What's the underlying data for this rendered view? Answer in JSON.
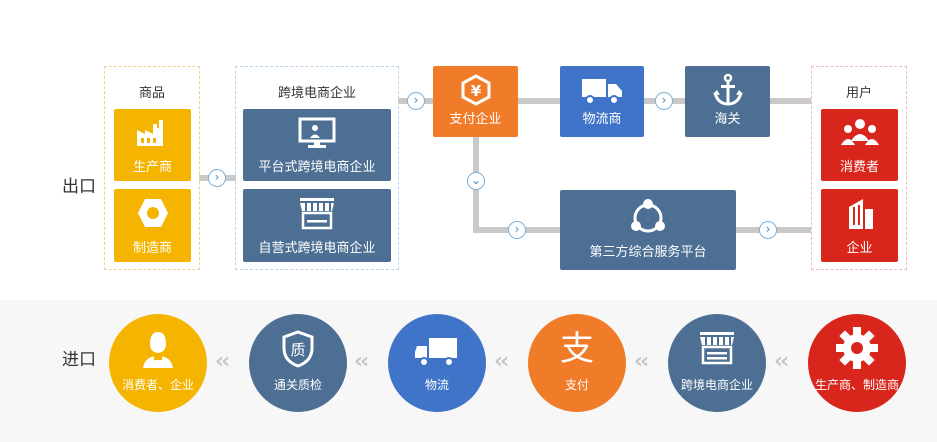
{
  "export": {
    "row_label": "出口",
    "groups": {
      "goods": {
        "title": "商品",
        "items": [
          "生产商",
          "制造商"
        ]
      },
      "crossborder": {
        "title": "跨境电商企业",
        "items": [
          "平台式跨境电商企业",
          "自营式跨境电商企业"
        ]
      },
      "users": {
        "title": "用户",
        "items": [
          "消费者",
          "企业"
        ]
      }
    },
    "payment": "支付企业",
    "logistics": "物流商",
    "customs": "海关",
    "third_party": "第三方综合服务平台"
  },
  "import": {
    "row_label": "进口",
    "steps": [
      {
        "label": "消费者、企业",
        "color": "#f5b400",
        "icon": "user-icon"
      },
      {
        "label": "通关质检",
        "color": "#4d6f93",
        "icon": "shield-icon",
        "glyph": "质"
      },
      {
        "label": "物流",
        "color": "#3f74c8",
        "icon": "truck-icon"
      },
      {
        "label": "支付",
        "color": "#f07b28",
        "icon": "alipay-icon",
        "glyph": "支"
      },
      {
        "label": "跨境电商企业",
        "color": "#4d6f93",
        "icon": "store-icon"
      },
      {
        "label": "生产商、制造商",
        "color": "#d9261c",
        "icon": "gear-icon"
      }
    ]
  },
  "colors": {
    "yellow": "#f5b400",
    "slate": "#4d6f93",
    "orange": "#f07b28",
    "blue": "#3f74c8",
    "red": "#d9261c",
    "connector": "#c9c9c9"
  }
}
